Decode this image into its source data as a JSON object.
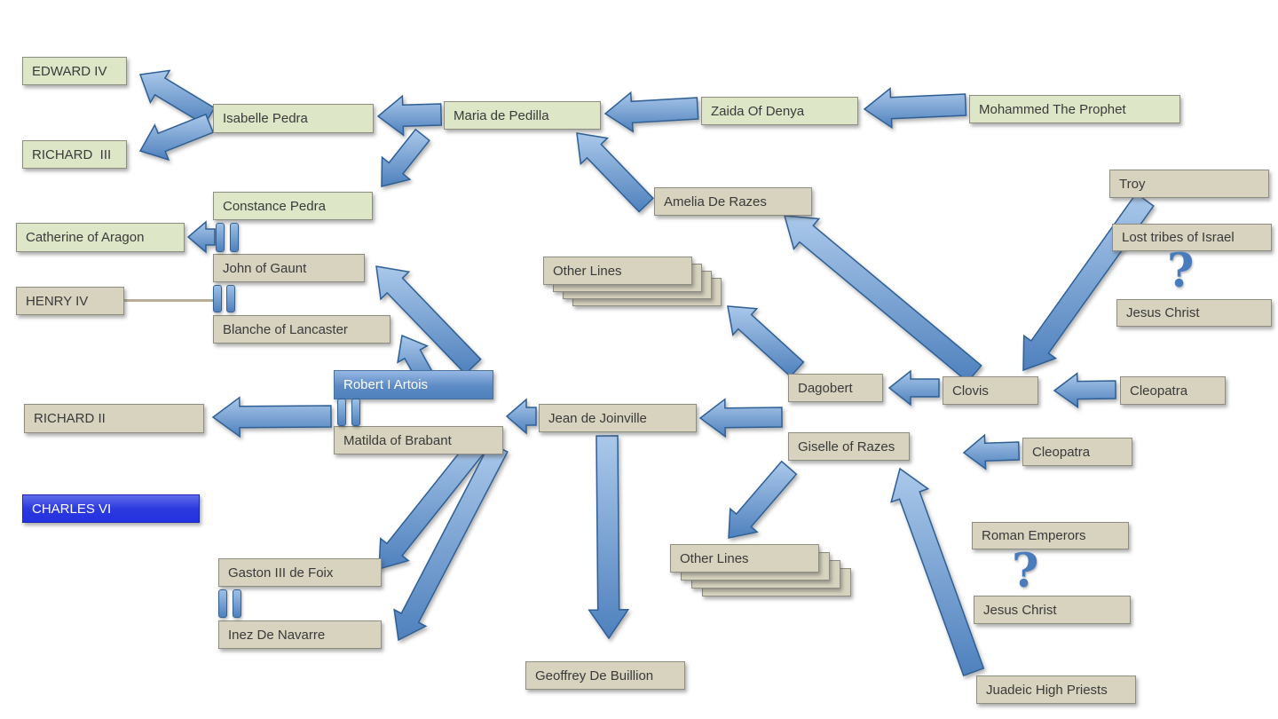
{
  "diagram": {
    "nodes": [
      {
        "id": "edward-iv",
        "label": "EDWARD IV",
        "kind": "green"
      },
      {
        "id": "richard-iii",
        "label": "RICHARD  III",
        "kind": "green"
      },
      {
        "id": "isabelle-pedra",
        "label": "Isabelle Pedra",
        "kind": "green"
      },
      {
        "id": "maria-de-pedilla",
        "label": "Maria de Pedilla",
        "kind": "green"
      },
      {
        "id": "zaida-of-denya",
        "label": "Zaida Of Denya",
        "kind": "green"
      },
      {
        "id": "mohammed-the-prophet",
        "label": "Mohammed The Prophet",
        "kind": "green"
      },
      {
        "id": "constance-pedra",
        "label": "Constance Pedra",
        "kind": "green"
      },
      {
        "id": "catherine-of-aragon",
        "label": "Catherine of Aragon",
        "kind": "green"
      },
      {
        "id": "amelia-de-razes",
        "label": "Amelia De Razes",
        "kind": "tan"
      },
      {
        "id": "troy",
        "label": "Troy",
        "kind": "tan"
      },
      {
        "id": "lost-tribes-of-israel",
        "label": "Lost tribes of Israel",
        "kind": "tan"
      },
      {
        "id": "jesus-christ-upper",
        "label": "Jesus Christ",
        "kind": "tan"
      },
      {
        "id": "john-of-gaunt",
        "label": "John of Gaunt",
        "kind": "tan"
      },
      {
        "id": "henry-iv",
        "label": "HENRY IV",
        "kind": "tan"
      },
      {
        "id": "blanche-of-lancaster",
        "label": "Blanche of Lancaster",
        "kind": "tan"
      },
      {
        "id": "other-lines-upper",
        "label": "Other Lines",
        "kind": "stack"
      },
      {
        "id": "robert-i-artois",
        "label": "Robert I Artois",
        "kind": "steelblue"
      },
      {
        "id": "matilda-of-brabant",
        "label": "Matilda of Brabant",
        "kind": "tan"
      },
      {
        "id": "richard-ii",
        "label": "RICHARD II",
        "kind": "tan"
      },
      {
        "id": "charles-vi",
        "label": "CHARLES VI",
        "kind": "royalblue"
      },
      {
        "id": "jean-de-joinville",
        "label": "Jean de Joinville",
        "kind": "tan"
      },
      {
        "id": "dagobert",
        "label": "Dagobert",
        "kind": "tan"
      },
      {
        "id": "clovis",
        "label": "Clovis",
        "kind": "tan"
      },
      {
        "id": "cleopatra-upper",
        "label": "Cleopatra",
        "kind": "tan"
      },
      {
        "id": "giselle-of-razes",
        "label": "Giselle of Razes",
        "kind": "tan"
      },
      {
        "id": "cleopatra-lower",
        "label": "Cleopatra",
        "kind": "tan"
      },
      {
        "id": "gaston-iii-de-foix",
        "label": "Gaston III de Foix",
        "kind": "tan"
      },
      {
        "id": "inez-de-navarre",
        "label": "Inez De Navarre",
        "kind": "tan"
      },
      {
        "id": "other-lines-lower",
        "label": "Other Lines",
        "kind": "stack"
      },
      {
        "id": "geoffrey-de-buillion",
        "label": "Geoffrey De Buillion",
        "kind": "tan"
      },
      {
        "id": "roman-emperors",
        "label": "Roman Emperors",
        "kind": "tan"
      },
      {
        "id": "jesus-christ-lower",
        "label": "Jesus Christ",
        "kind": "tan"
      },
      {
        "id": "juadeic-high-priests",
        "label": "Juadeic High Priests",
        "kind": "tan"
      }
    ],
    "edges": [
      {
        "from": "mohammed-the-prophet",
        "to": "zaida-of-denya"
      },
      {
        "from": "zaida-of-denya",
        "to": "maria-de-pedilla"
      },
      {
        "from": "maria-de-pedilla",
        "to": "isabelle-pedra"
      },
      {
        "from": "isabelle-pedra",
        "to": "edward-iv"
      },
      {
        "from": "isabelle-pedra",
        "to": "richard-iii"
      },
      {
        "from": "maria-de-pedilla",
        "to": "constance-pedra"
      },
      {
        "from": "amelia-de-razes",
        "to": "maria-de-pedilla"
      },
      {
        "from": "clovis",
        "to": "amelia-de-razes"
      },
      {
        "from": "troy",
        "to": "clovis"
      },
      {
        "from": "cleopatra-upper",
        "to": "clovis"
      },
      {
        "from": "clovis",
        "to": "dagobert"
      },
      {
        "from": "dagobert",
        "to": "other-lines-upper"
      },
      {
        "from": "cleopatra-lower",
        "to": "giselle-of-razes"
      },
      {
        "from": "constance-pedra",
        "to": "catherine-of-aragon"
      },
      {
        "from": "robert-i-artois",
        "to": "john-of-gaunt"
      },
      {
        "from": "robert-i-artois",
        "to": "blanche-of-lancaster"
      },
      {
        "from": "matilda-of-brabant",
        "to": "richard-ii"
      },
      {
        "from": "jean-de-joinville",
        "to": "matilda-of-brabant"
      },
      {
        "from": "giselle-of-razes",
        "to": "jean-de-joinville"
      },
      {
        "from": "jean-de-joinville",
        "to": "geoffrey-de-buillion"
      },
      {
        "from": "giselle-of-razes",
        "to": "other-lines-lower"
      },
      {
        "from": "juadeic-high-priests",
        "to": "giselle-of-razes"
      },
      {
        "from": "matilda-of-brabant",
        "to": "gaston-iii-de-foix"
      },
      {
        "from": "matilda-of-brabant",
        "to": "inez-de-navarre"
      }
    ],
    "marriages": [
      [
        "constance-pedra",
        "john-of-gaunt"
      ],
      [
        "henry-iv",
        "blanche-of-lancaster"
      ],
      [
        "robert-i-artois",
        "matilda-of-brabant"
      ],
      [
        "gaston-iii-de-foix",
        "inez-de-navarre"
      ]
    ],
    "question_marks": [
      {
        "between": [
          "lost-tribes-of-israel",
          "jesus-christ-upper"
        ],
        "symbol": "?"
      },
      {
        "between": [
          "roman-emperors",
          "jesus-christ-lower"
        ],
        "symbol": "?"
      }
    ],
    "colors": {
      "green_fill": "#dde7c8",
      "tan_fill": "#d7d3bf",
      "arrow_blue": "#4f81bd",
      "arrow_blue_light": "#aac8ea",
      "arrow_border": "#2f5e94",
      "royal_blue": "#2c3ade",
      "steel_blue": "#4f81bd",
      "background": "#ffffff"
    }
  }
}
